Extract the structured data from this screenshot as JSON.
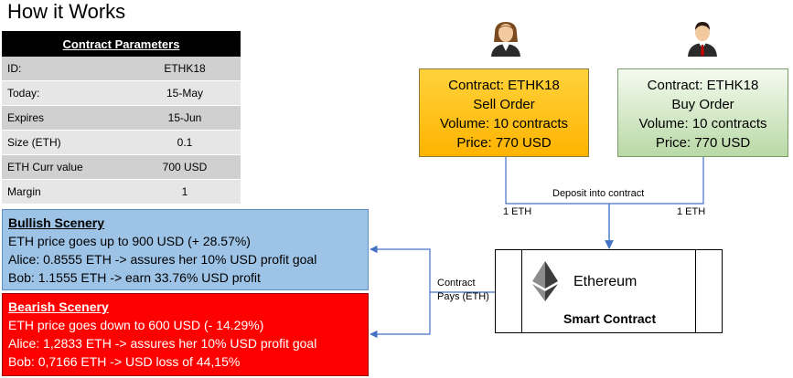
{
  "title": "How it Works",
  "params": {
    "header": "Contract Parameters",
    "rows": [
      {
        "key": "ID:",
        "value": "ETHK18"
      },
      {
        "key": "Today:",
        "value": "15-May"
      },
      {
        "key": "Expires",
        "value": "15-Jun"
      },
      {
        "key": "Size (ETH)",
        "value": "0.1"
      },
      {
        "key": "ETH Curr value",
        "value": "700 USD"
      },
      {
        "key": "Margin",
        "value": "1"
      }
    ]
  },
  "sell_order": {
    "lines": [
      "Contract: ETHK18",
      "Sell Order",
      "Volume: 10 contracts",
      "Price: 770 USD"
    ]
  },
  "buy_order": {
    "lines": [
      "Contract: ETHK18",
      "Buy Order",
      "Volume: 10 contracts",
      "Price: 770 USD"
    ]
  },
  "flow": {
    "deposit_label": "Deposit into contract",
    "left_amount": "1 ETH",
    "right_amount": "1 ETH",
    "pays_line1": "Contract",
    "pays_line2": "Pays (ETH)"
  },
  "smart_contract": {
    "name": "Ethereum",
    "label": "Smart Contract"
  },
  "bullish": {
    "title": "Bullish Scenery",
    "lines": [
      "ETH price goes up to 900 USD (+ 28.57%)",
      "Alice: 0.8555 ETH -> assures her 10% USD profit goal",
      "Bob:  1.1555 ETH -> earn 33.76% USD profit"
    ]
  },
  "bearish": {
    "title": "Bearish Scenery",
    "lines": [
      "ETH price goes down to 600 USD (- 14.29%)",
      "Alice: 1,2833 ETH -> assures her 10% USD profit goal",
      "Bob:  0,7166 ETH -> USD loss of 44,15%"
    ]
  },
  "colors": {
    "sell_fill": "#ffc000",
    "buy_fill": "#c5e0b4",
    "bullish_fill": "#9dc3e6",
    "bearish_fill": "#ff0000",
    "arrow": "#4472c4"
  },
  "icons": [
    "businesswoman-icon",
    "businessman-icon",
    "ethereum-logo-icon"
  ]
}
